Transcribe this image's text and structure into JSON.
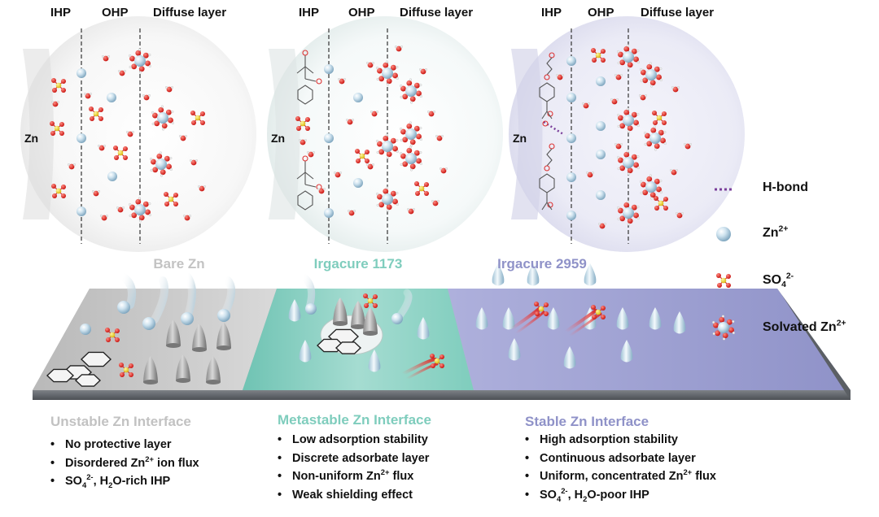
{
  "panels": [
    {
      "layers": [
        "IHP",
        "OHP",
        "Diffuse layer"
      ],
      "electrode": "Zn"
    },
    {
      "layers": [
        "IHP",
        "OHP",
        "Diffuse layer"
      ],
      "electrode": "Zn"
    },
    {
      "layers": [
        "IHP",
        "OHP",
        "Diffuse layer"
      ],
      "electrode": "Zn"
    }
  ],
  "legend": {
    "hbond": "H-bond",
    "zn": "Zn",
    "zn_charge": "2+",
    "so4": "SO",
    "so4_sub": "4",
    "so4_charge": "2-",
    "solvated": "Solvated Zn",
    "solvated_charge": "2+"
  },
  "surface_regions": [
    "Bare Zn",
    "Irgacure 1173",
    "Irgacure 2959"
  ],
  "colors": {
    "bare": "#c6c6c6",
    "irgacure1173": "#7fcdbd",
    "irgacure2959": "#8f92c8",
    "oxygen": "#e0201b",
    "sulfur": "#f2d61c",
    "hbond": "#7a3f9a"
  },
  "sections": [
    {
      "title": "Unstable Zn Interface",
      "items": [
        {
          "pre": "No protective layer"
        },
        {
          "pre": "Disordered Zn",
          "sup": "2+",
          "post": " ion flux"
        },
        {
          "pre": "SO",
          "sub": "4",
          "sup": "2-",
          "post": ", H",
          "sub2": "2",
          "post2": "O-rich IHP"
        }
      ]
    },
    {
      "title": "Metastable Zn Interface",
      "items": [
        {
          "pre": "Low adsorption stability"
        },
        {
          "pre": "Discrete adsorbate layer"
        },
        {
          "pre": "Non-uniform Zn",
          "sup": "2+",
          "post": " flux"
        },
        {
          "pre": "Weak shielding effect"
        }
      ]
    },
    {
      "title": "Stable Zn Interface",
      "items": [
        {
          "pre": "High adsorption stability"
        },
        {
          "pre": "Continuous adsorbate layer"
        },
        {
          "pre": "Uniform, concentrated Zn",
          "sup": "2+",
          "post": " flux"
        },
        {
          "pre": "SO",
          "sub": "4",
          "sup": "2-",
          "post": ", H",
          "sub2": "2",
          "post2": "O-poor IHP"
        }
      ]
    }
  ]
}
